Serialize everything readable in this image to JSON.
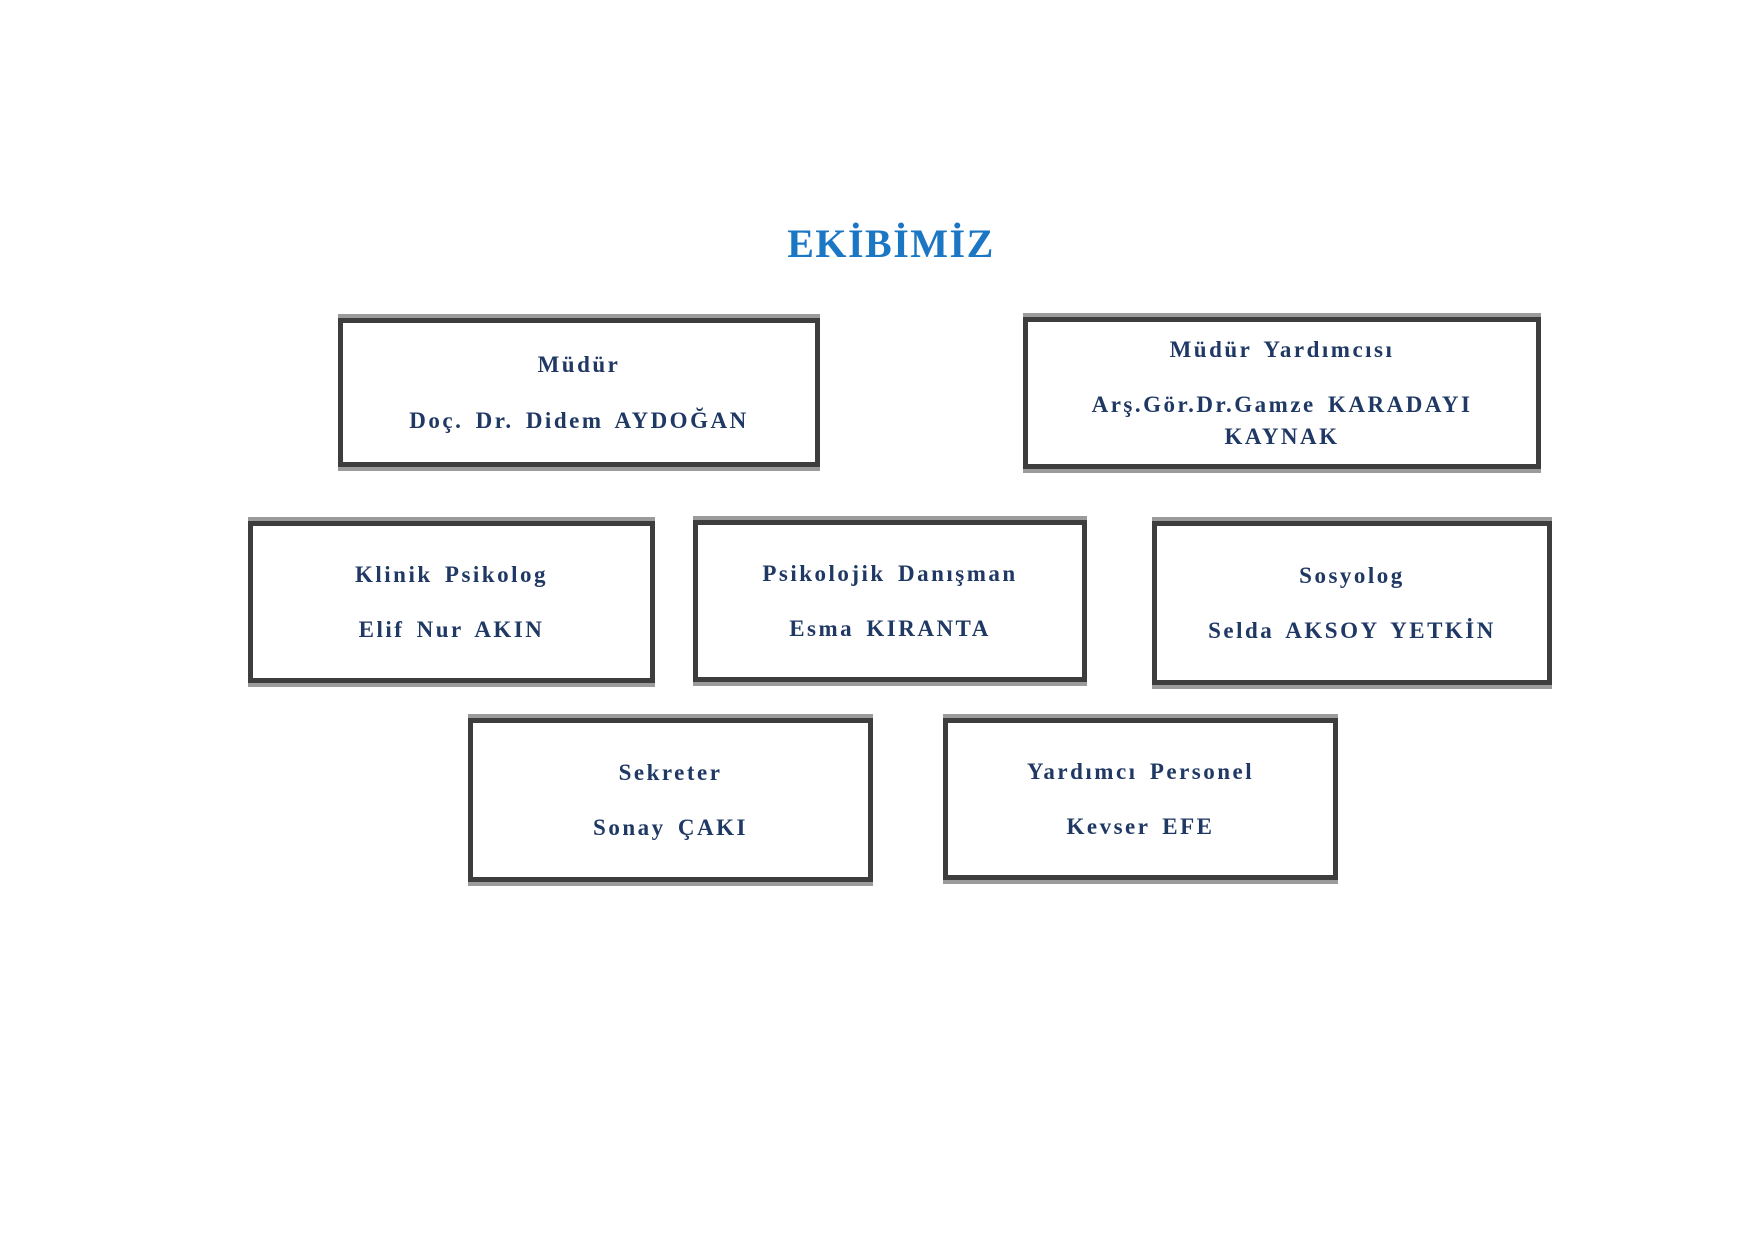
{
  "page": {
    "title": "EKİBİMİZ",
    "background_color": "#FFFFFF",
    "title_color": "#1B76C3"
  },
  "colors": {
    "box_border": "#3D3D3D",
    "box_accent_gray": "#9B9B9B",
    "member_text": "#1F3864"
  },
  "team": [
    {
      "role": "Müdür",
      "name": "Doç. Dr. Didem AYDOĞAN"
    },
    {
      "role": "Müdür Yardımcısı",
      "name": "Arş.Gör.Dr.Gamze KARADAYI KAYNAK"
    },
    {
      "role": "Klinik Psikolog",
      "name": "Elif Nur AKIN"
    },
    {
      "role": "Psikolojik Danışman",
      "name": "Esma KIRANTA"
    },
    {
      "role": "Sosyolog",
      "name": "Selda AKSOY YETKİN"
    },
    {
      "role": "Sekreter",
      "name": "Sonay ÇAKI"
    },
    {
      "role": "Yardımcı Personel",
      "name": "Kevser EFE"
    }
  ]
}
